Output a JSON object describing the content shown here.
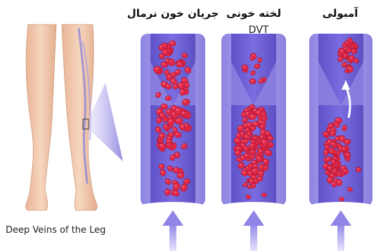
{
  "labels": {
    "normal_flow": "جریان خون نرمال",
    "blood_clot": "لخته خونی",
    "clot_sub": "DVT",
    "embolism": "آمبولی",
    "caption": "Deep Veins of the Leg"
  },
  "colors": {
    "vein_outer": "#b7b2ee",
    "vein_wall": "#8f86e0",
    "vein_lumen": "#6e60d6",
    "cell": "#e0294a",
    "cell_highlight": "#f26b83",
    "skin": "#f0c8aa",
    "arrow": "#9b93ea"
  },
  "icons": [
    "up-flow-arrow",
    "clot-release-arrow",
    "magnifier-wedge"
  ]
}
